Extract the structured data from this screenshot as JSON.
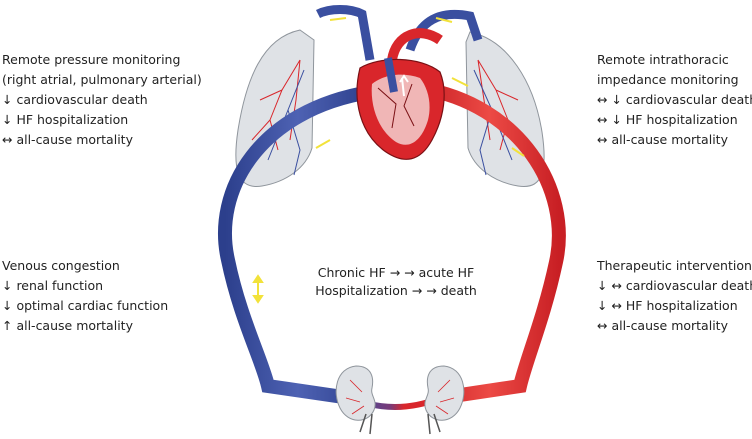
{
  "remote_pressure": {
    "lines": [
      "Remote pressure monitoring",
      "(right atrial, pulmonary arterial)",
      "↓ cardiovascular death",
      "↓ HF hospitalization",
      "↔ all-cause mortality"
    ]
  },
  "remote_impedance": {
    "lines": [
      "Remote intrathoracic",
      "impedance monitoring",
      "↔ ↓ cardiovascular death",
      "↔ ↓ HF hospitalization",
      "↔ all-cause mortality"
    ]
  },
  "venous_congestion": {
    "lines": [
      "Venous congestion",
      "↓ renal function",
      "↓ optimal cardiac function",
      "↑ all-cause mortality"
    ]
  },
  "therapeutic": {
    "lines": [
      "Therapeutic interventions",
      "↓ ↔ cardiovascular death",
      "↓ ↔ HF hospitalization",
      "↔ all-cause mortality"
    ]
  },
  "center": {
    "lines": [
      "Chronic HF → → acute HF",
      "Hospitalization → → death"
    ]
  },
  "colors": {
    "artery": "#d9262b",
    "vein": "#3a4fa0",
    "lung": "#dcdfe3",
    "arrow": "#f2e23a"
  },
  "icons": [
    "heart-illustration",
    "lung-illustration",
    "kidney-illustration"
  ]
}
